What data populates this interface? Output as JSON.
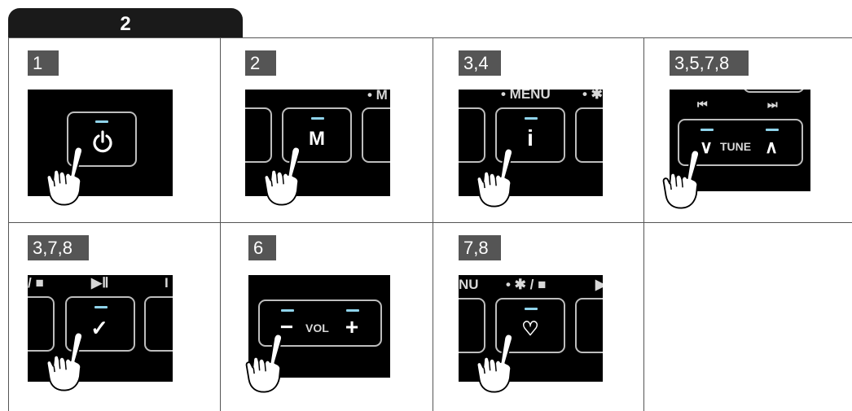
{
  "header": {
    "section_number": "2"
  },
  "cells": [
    {
      "label": "1",
      "button_text": ""
    },
    {
      "label": "2",
      "button_text": "M",
      "top_text": "• M"
    },
    {
      "label": "3,4",
      "button_text": "i",
      "top_text": "• MENU"
    },
    {
      "label": "3,5,7,8",
      "tune_text": "TUNE"
    },
    {
      "label": "3,7,8"
    },
    {
      "label": "6",
      "vol_text": "VOL"
    },
    {
      "label": "7,8",
      "top_text": "NU",
      "top_text2": "• ✱ / ■"
    }
  ],
  "colors": {
    "panel": "#000000",
    "label_bg": "#555555",
    "led": "#8fd3ea",
    "tab": "#1a1a1a"
  }
}
